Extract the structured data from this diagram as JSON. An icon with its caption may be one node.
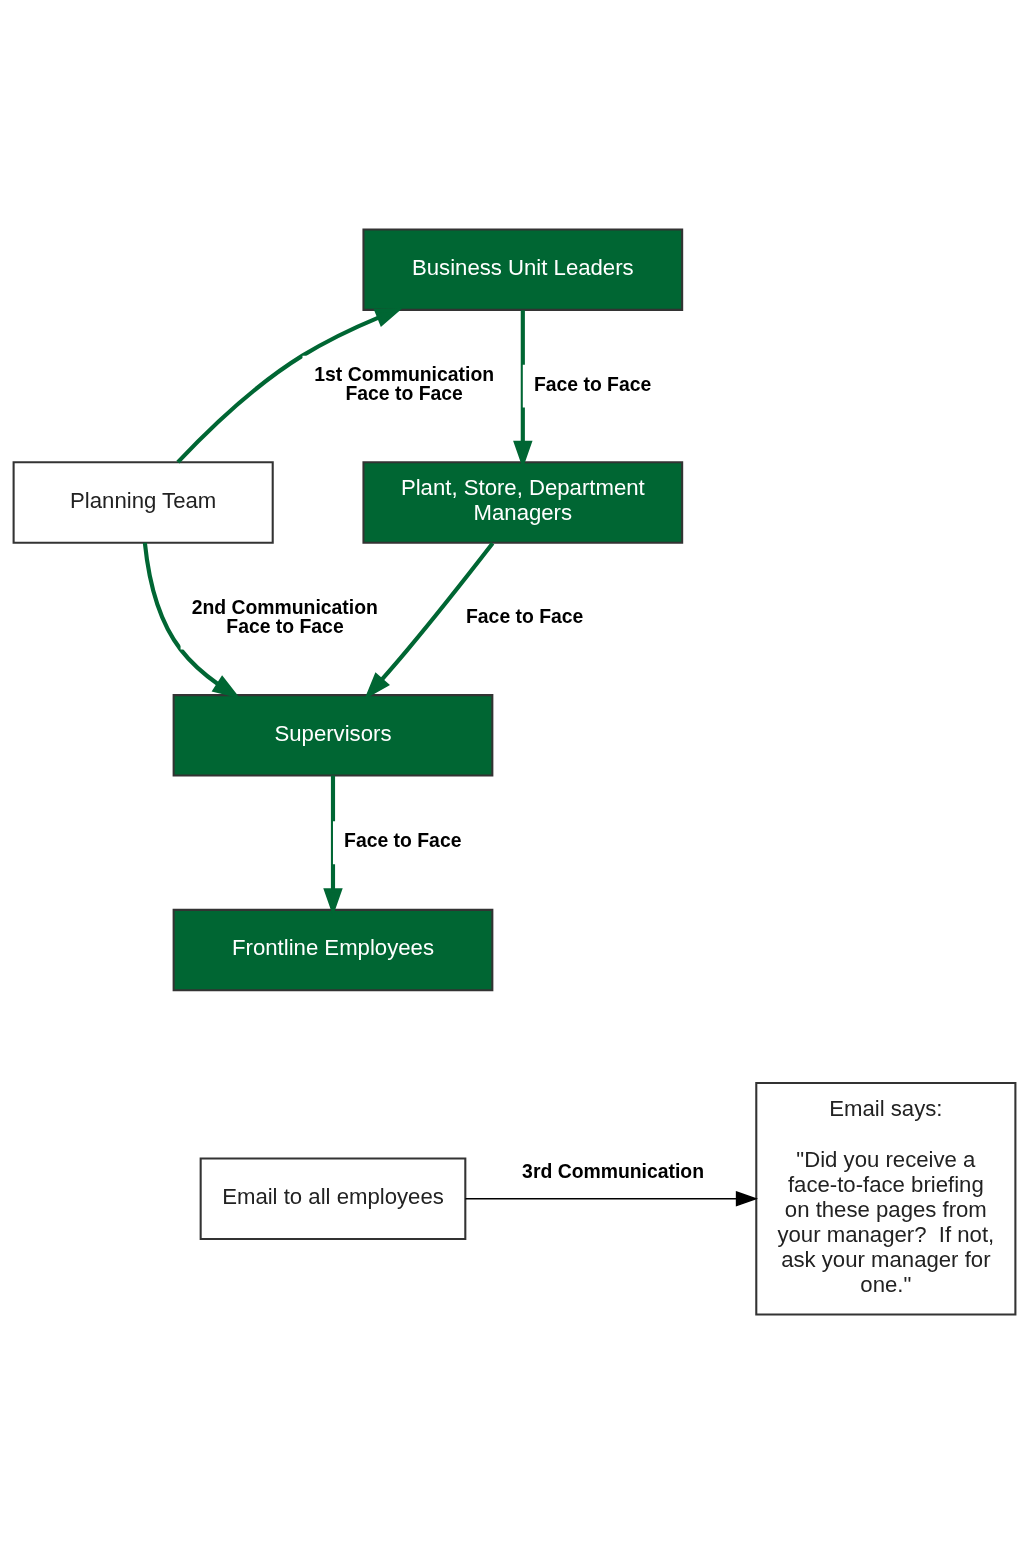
{
  "diagram": {
    "nodes": [
      {
        "text": [
          "Planning Team"
        ]
      },
      {
        "text": [
          "Business Unit Leaders"
        ]
      },
      {
        "text": [
          "Plant, Store, Department Managers"
        ]
      },
      {
        "text": [
          "Supervisors"
        ]
      },
      {
        "text": [
          "Frontline Employees"
        ]
      },
      {
        "text": [
          "Email to all employees"
        ]
      },
      {
        "text": [
          "Email says:",
          "\"Did you receive a face-to-face briefing on these pages from your manager?  If not, ask your manager for one.\""
        ]
      }
    ],
    "edges": [
      {
        "from": 0,
        "to": 1,
        "arrow": "to",
        "label": "1st Communication Face to Face"
      },
      {
        "from": 1,
        "to": 2,
        "arrow": "to",
        "label": "Face to Face"
      },
      {
        "from": 2,
        "to": 3,
        "arrow": "to",
        "label": "Face to Face"
      },
      {
        "from": 0,
        "to": 3,
        "arrow": "to",
        "label": "2nd Communication Face to Face"
      },
      {
        "from": 3,
        "to": 4,
        "arrow": "to",
        "label": "Face to Face"
      },
      {
        "from": 5,
        "to": 6,
        "arrow": "to",
        "label": "3rd Communication",
        "color": "#000000"
      }
    ]
  }
}
